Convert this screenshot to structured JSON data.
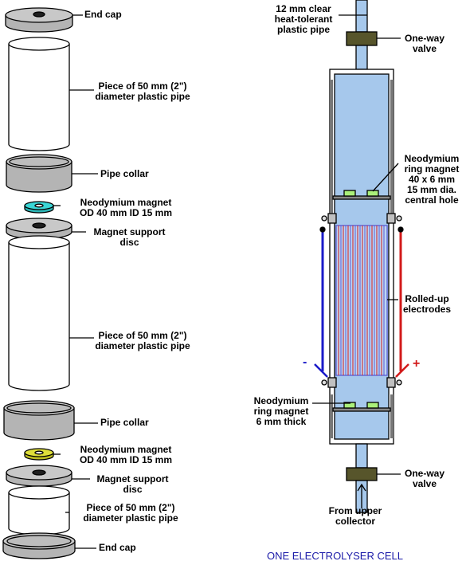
{
  "exploded_view": {
    "end_cap_top": "End cap",
    "pipe_top": [
      "Piece of 50 mm (2\")",
      "diameter plastic pipe"
    ],
    "collar_top": "Pipe collar",
    "magnet_top": [
      "Neodymium magnet",
      "OD 40 mm ID 15 mm"
    ],
    "support_disc_top": [
      "Magnet support",
      "disc"
    ],
    "pipe_middle": [
      "Piece of 50 mm (2\")",
      "diameter plastic pipe"
    ],
    "collar_bottom": "Pipe collar",
    "magnet_bottom": [
      "Neodymium magnet",
      "OD 40 mm ID 15 mm"
    ],
    "support_disc_bottom": [
      "Magnet support",
      "disc"
    ],
    "pipe_bottom": [
      "Piece of 50 mm (2\")",
      "diameter plastic pipe"
    ],
    "end_cap_bottom": "End cap"
  },
  "cell_view": {
    "inlet_pipe": [
      "12 mm clear",
      "heat-tolerant",
      "plastic pipe"
    ],
    "valve_top": [
      "One-way",
      "valve"
    ],
    "upper_magnet": [
      "Neodymium",
      "ring magnet",
      "40 x 6 mm",
      "15 mm dia.",
      "central hole"
    ],
    "electrodes": [
      "Rolled-up",
      "electrodes"
    ],
    "minus_sign": "-",
    "plus_sign": "+",
    "lower_magnet": [
      "Neodymium",
      "ring magnet",
      "6 mm thick"
    ],
    "valve_bottom": [
      "One-way",
      "valve"
    ],
    "source": [
      "From upper",
      "collector"
    ]
  },
  "title": "ONE ELECTROLYSER CELL",
  "colors": {
    "water": "#a6c8ec",
    "pipe_wall": "#ffffff",
    "cap_grey": "#b4b4b4",
    "valve": "#57552b",
    "magnet_cyan": "#3ad6d6",
    "magnet_yellow": "#dede3a",
    "magnet_cell": "#aaf07a",
    "wire_negative": "#1a1ac8",
    "wire_positive": "#d21a1a",
    "electrode": "#5a5ad2",
    "title": "#1a1aa8"
  }
}
